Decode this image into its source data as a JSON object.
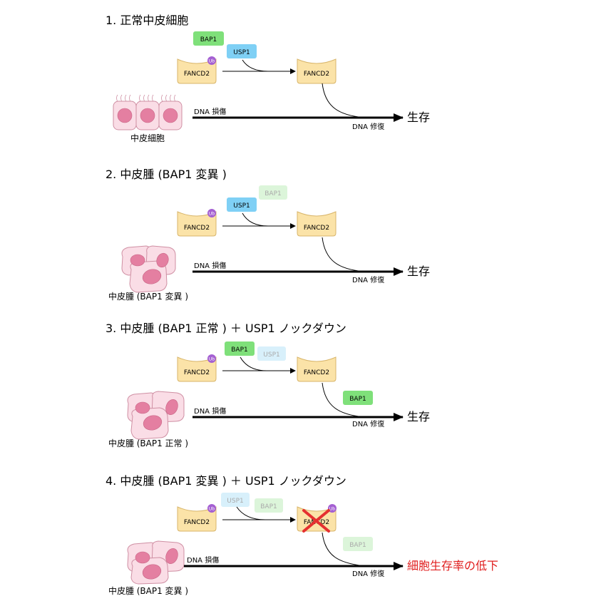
{
  "colors": {
    "fancd2": "#fbe3a8",
    "fancd2_stroke": "#d8b56a",
    "bap1": "#7fe07a",
    "bap1_faded": "#dcf5da",
    "usp1": "#7fd0f5",
    "usp1_faded": "#d8f0fb",
    "ub": "#a45fd2",
    "cell_fill": "#fadde6",
    "cell_stroke": "#cf8fa3",
    "nucleus": "#e47fa1",
    "cross": "#e53030",
    "fail_text": "#e02020",
    "faded_text": "#aaaaaa"
  },
  "labels": {
    "fancd2": "FANCD2",
    "bap1": "BAP1",
    "usp1": "USP1",
    "ub": "Ub",
    "dna_damage": "DNA 損傷",
    "dna_repair": "DNA 修復",
    "survival": "生存",
    "reduced_survival": "細胞生存率の低下"
  },
  "panels": [
    {
      "title": "1. 正常中皮細胞",
      "cell_label": "中皮細胞"
    },
    {
      "title": "2. 中皮腫 (BAP1 変異 )",
      "cell_label": "中皮腫 (BAP1 変異 )"
    },
    {
      "title": "3. 中皮腫 (BAP1 正常 ) ＋ USP1 ノックダウン",
      "cell_label": "中皮腫 (BAP1 正常 )"
    },
    {
      "title": "4. 中皮腫 (BAP1 変異 ) ＋ USP1 ノックダウン",
      "cell_label": "中皮腫 (BAP1 変異 )"
    }
  ]
}
